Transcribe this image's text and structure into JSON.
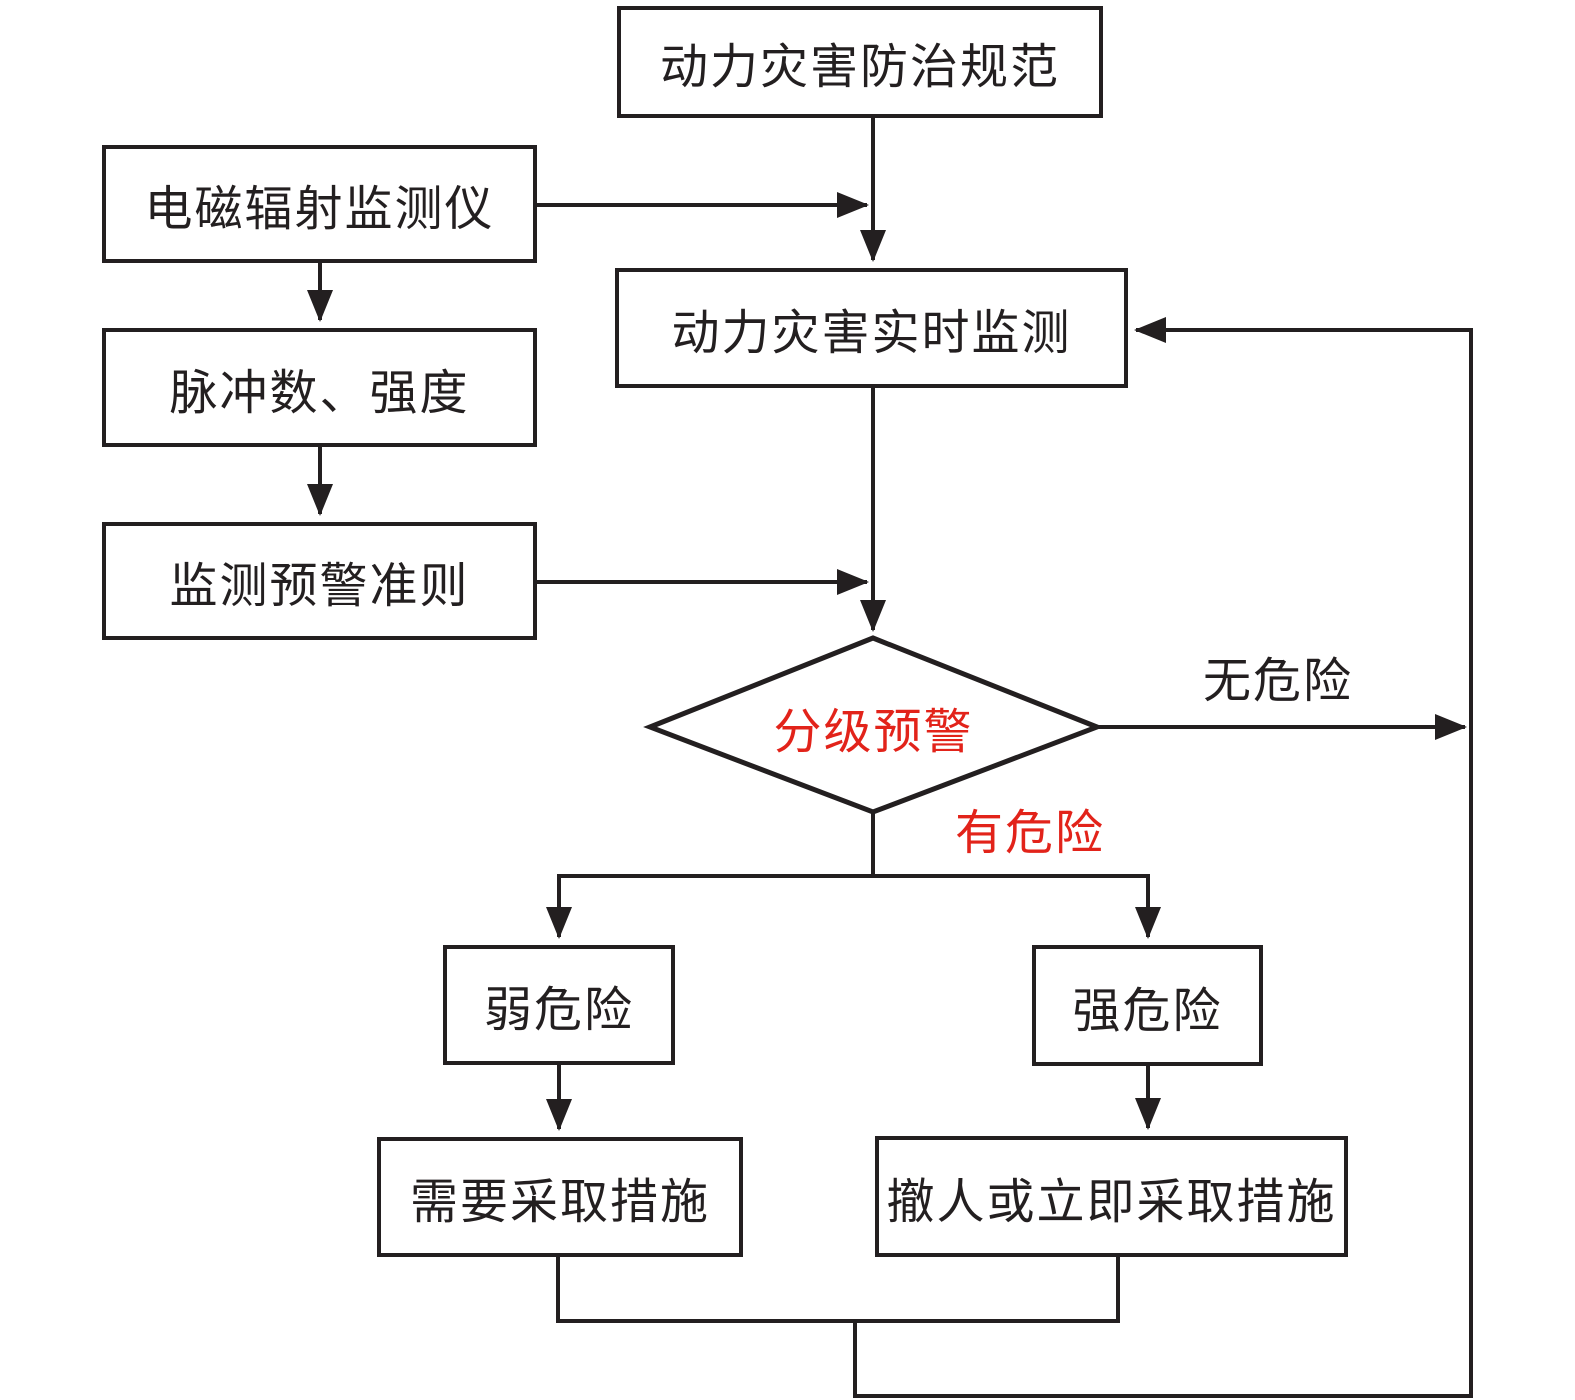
{
  "diagram": {
    "nodes": {
      "spec": {
        "label": "动力灾害防治规范"
      },
      "device": {
        "label": "电磁辐射监测仪"
      },
      "pulse": {
        "label": "脉冲数、强度"
      },
      "criteria": {
        "label": "监测预警准则"
      },
      "realtime": {
        "label": "动力灾害实时监测"
      },
      "decision": {
        "label": "分级预警"
      },
      "weak": {
        "label": "弱危险"
      },
      "strong": {
        "label": "强危险"
      },
      "measures": {
        "label": "需要采取措施"
      },
      "evacuate": {
        "label": "撤人或立即采取措施"
      }
    },
    "edge_labels": {
      "no_danger": "无危险",
      "has_danger": "有危险"
    },
    "colors": {
      "line": "#231f20",
      "danger_text": "#e2231a",
      "background": "#ffffff"
    }
  }
}
